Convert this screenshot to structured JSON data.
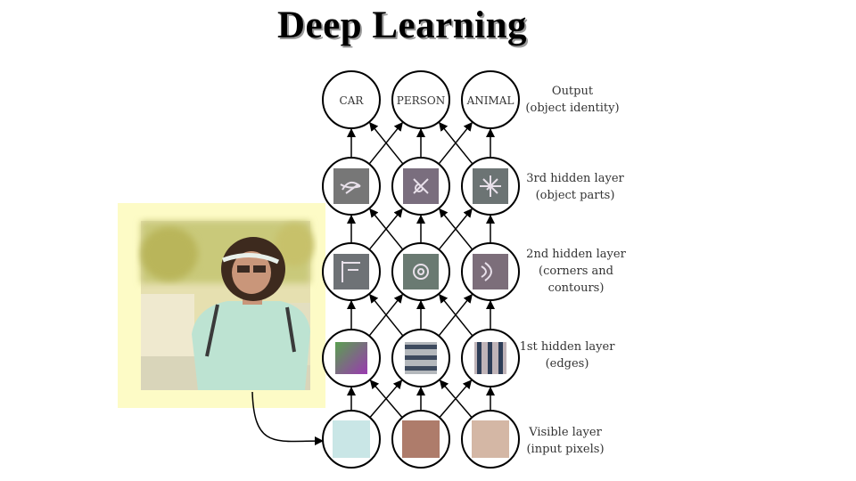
{
  "title": "Deep Learning",
  "output_nodes": [
    "CAR",
    "PERSON",
    "ANIMAL"
  ],
  "layers": [
    {
      "id": "output",
      "lines": [
        "Output",
        "(object identity)"
      ]
    },
    {
      "id": "hidden3",
      "lines": [
        "3rd hidden layer",
        "(object parts)"
      ]
    },
    {
      "id": "hidden2",
      "lines": [
        "2nd hidden layer",
        "(corners and",
        "contours)"
      ]
    },
    {
      "id": "hidden1",
      "lines": [
        "1st hidden layer",
        "(edges)"
      ]
    },
    {
      "id": "visible",
      "lines": [
        "Visible layer",
        "(input pixels)"
      ]
    }
  ],
  "colors": {
    "photo_frame": "#fdfbc6",
    "input_pixel_1": "#c9e6e6",
    "input_pixel_2": "#ae7c6b",
    "input_pixel_3": "#d4b7a5"
  }
}
